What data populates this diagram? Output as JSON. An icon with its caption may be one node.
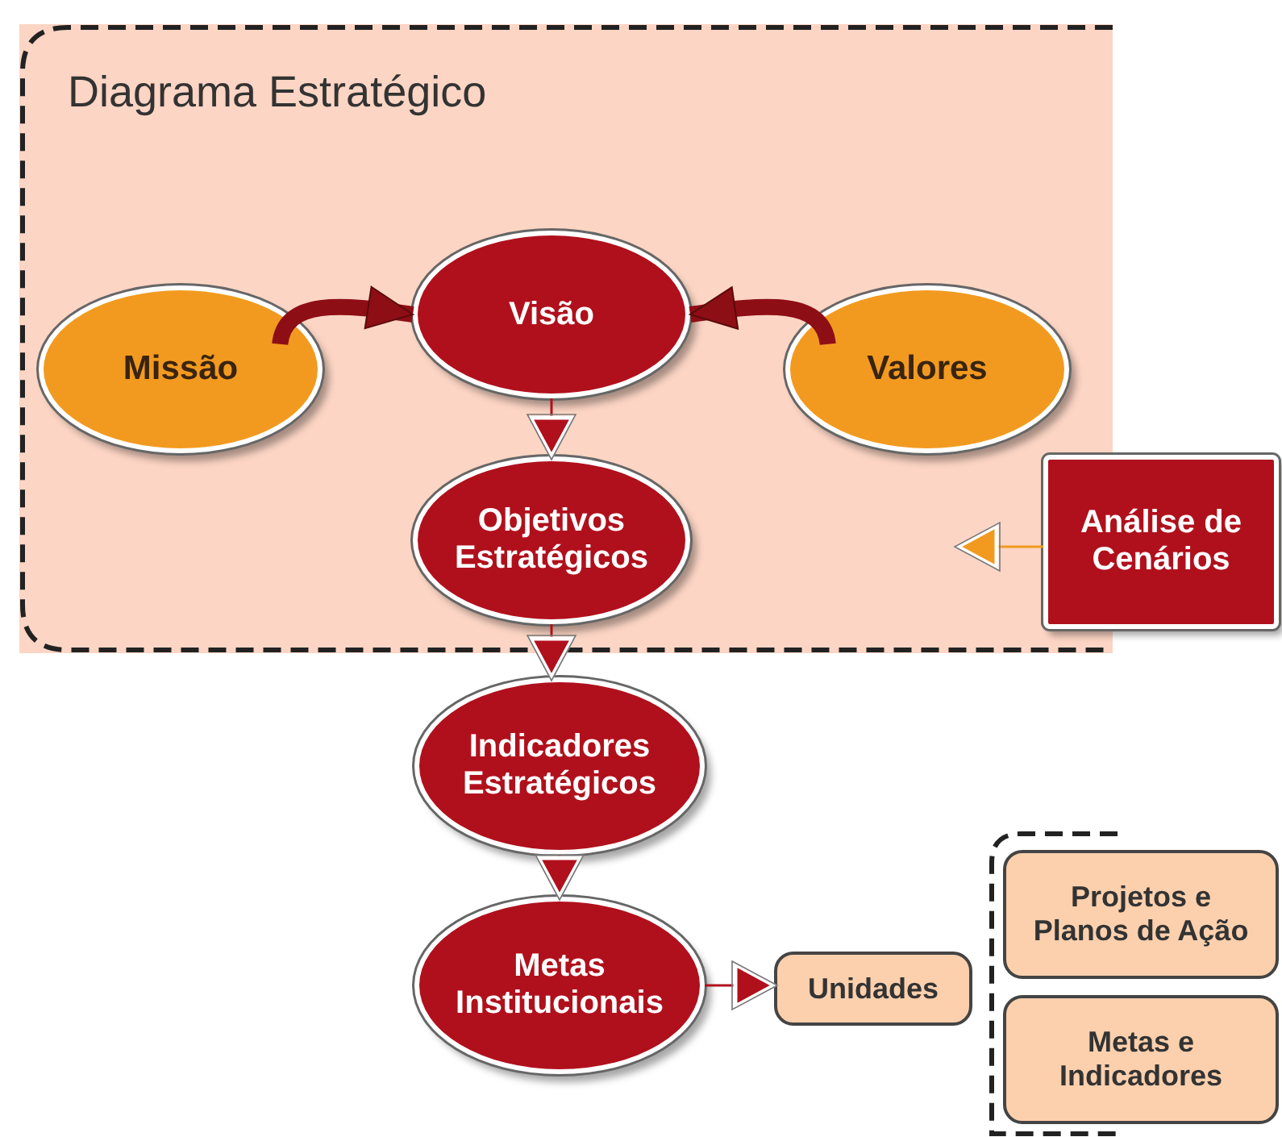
{
  "diagram": {
    "nodes": [
      {
        "text": [
          "Diagrama Estratégico"
        ]
      },
      {
        "text": [
          "Missão"
        ],
        "in": 0
      },
      {
        "text": [
          "Visão"
        ],
        "in": 0
      },
      {
        "text": [
          "Valores"
        ],
        "in": 0
      },
      {
        "text": [
          "Objetivos Estratégicos"
        ],
        "in": 0
      },
      {
        "text": [
          "Análise de Cenários"
        ]
      },
      {
        "text": [
          "Indicadores Estratégicos"
        ]
      },
      {
        "text": [
          "Metas Institucionais"
        ]
      },
      {
        "text": [
          "Unidades"
        ]
      },
      {
        "text": [],
        "shape": "box"
      },
      {
        "text": [
          "Projetos e Planos de Ação"
        ],
        "in": 9
      },
      {
        "text": [
          "Metas e Indicadores"
        ],
        "in": 9
      }
    ],
    "edges": [
      {
        "from": 1,
        "to": 2,
        "arrow": "to",
        "style": "thick"
      },
      {
        "from": 3,
        "to": 2,
        "arrow": "to",
        "style": "thick"
      },
      {
        "from": 2,
        "to": 4,
        "arrow": "to"
      },
      {
        "from": 5,
        "to": null,
        "arrow": "to",
        "color": "#f29a1f"
      },
      {
        "from": 4,
        "to": 6,
        "arrow": "to"
      },
      {
        "from": 6,
        "to": 7,
        "arrow": "to"
      },
      {
        "from": 7,
        "to": 8,
        "arrow": "to"
      }
    ]
  }
}
